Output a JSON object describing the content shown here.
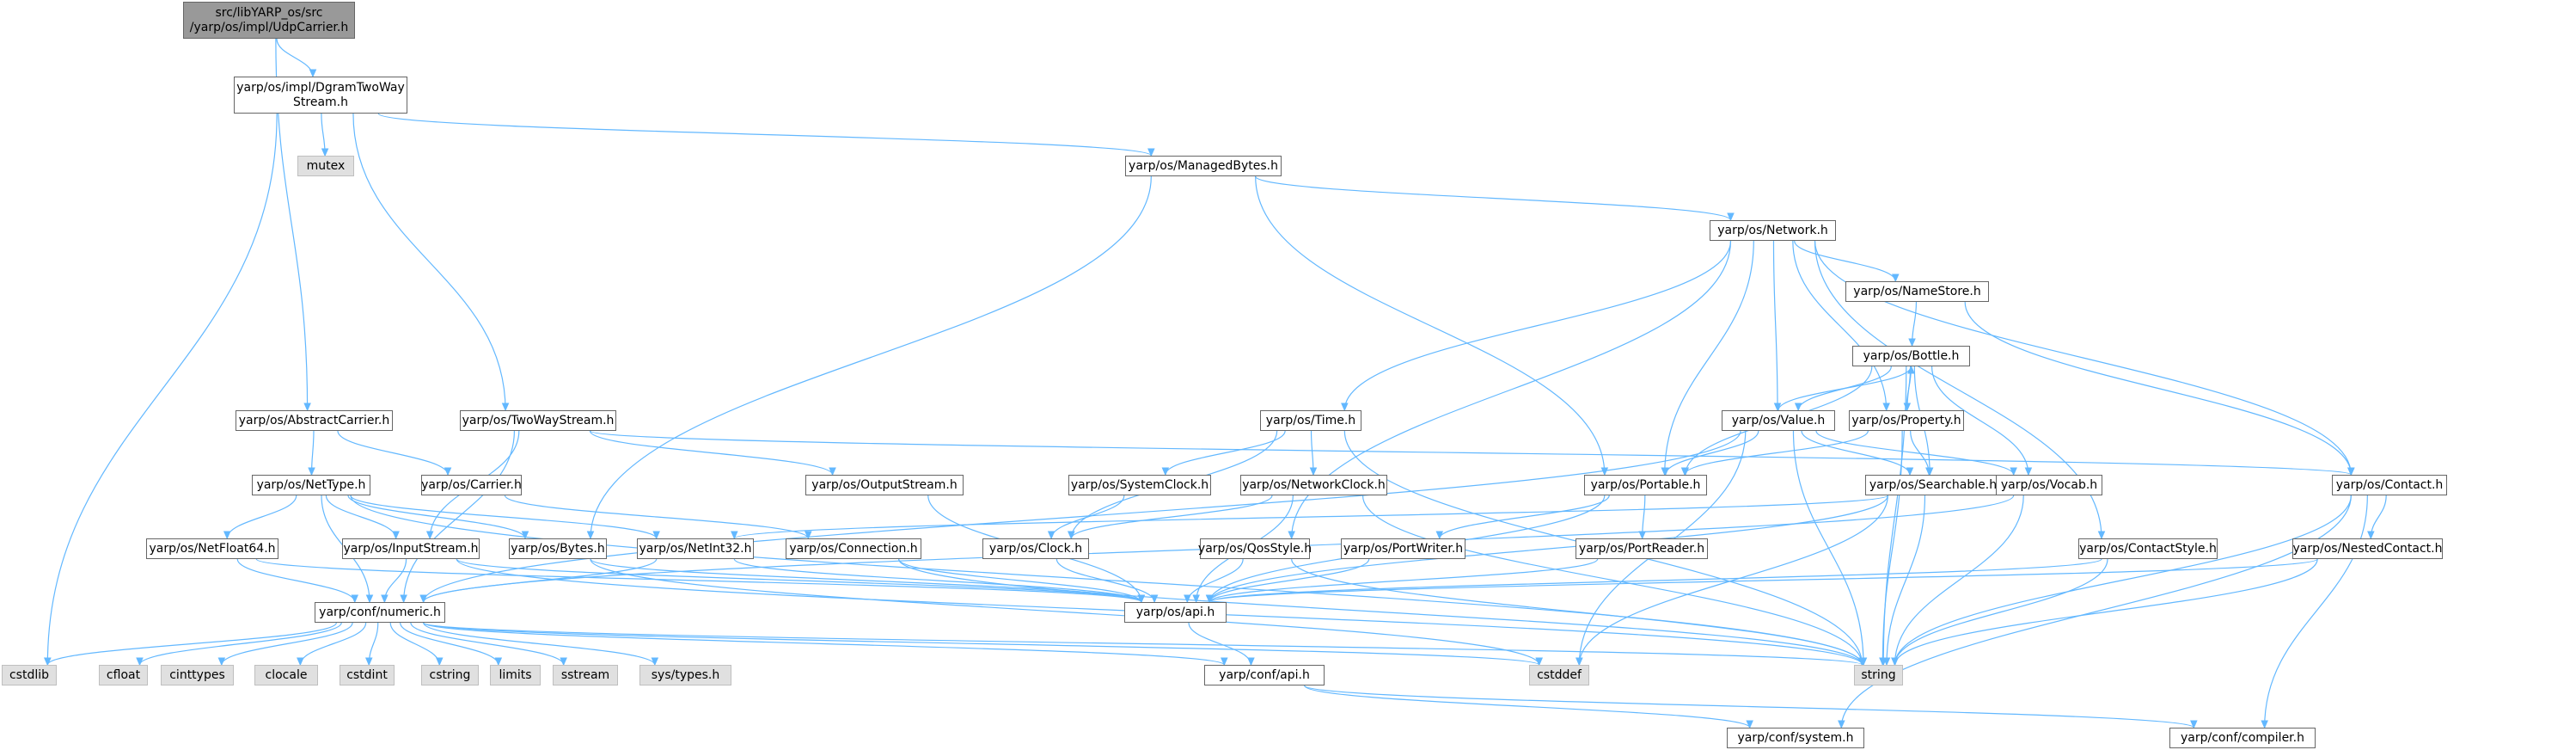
{
  "graph": {
    "root": "src/libYARP_os/src/yarp/os/impl/UdpCarrier.h",
    "colors": {
      "edge": "#63b8ff",
      "root_fill": "#999999",
      "node_border": "#666666",
      "external_fill": "#e0e0e0"
    },
    "nodes": [
      {
        "id": "udp",
        "label": "src/libYARP_os/src\n/yarp/os/impl/UdpCarrier.h",
        "kind": "root"
      },
      {
        "id": "dgram",
        "label": "yarp/os/impl/DgramTwoWay\nStream.h",
        "kind": "file"
      },
      {
        "id": "mutex",
        "label": "mutex",
        "kind": "external"
      },
      {
        "id": "managedbytes",
        "label": "yarp/os/ManagedBytes.h",
        "kind": "file"
      },
      {
        "id": "network",
        "label": "yarp/os/Network.h",
        "kind": "file"
      },
      {
        "id": "namestore",
        "label": "yarp/os/NameStore.h",
        "kind": "file"
      },
      {
        "id": "bottle",
        "label": "yarp/os/Bottle.h",
        "kind": "file"
      },
      {
        "id": "abstractcarrier",
        "label": "yarp/os/AbstractCarrier.h",
        "kind": "file"
      },
      {
        "id": "twowaystream",
        "label": "yarp/os/TwoWayStream.h",
        "kind": "file"
      },
      {
        "id": "time",
        "label": "yarp/os/Time.h",
        "kind": "file"
      },
      {
        "id": "value",
        "label": "yarp/os/Value.h",
        "kind": "file"
      },
      {
        "id": "property",
        "label": "yarp/os/Property.h",
        "kind": "file"
      },
      {
        "id": "nettype",
        "label": "yarp/os/NetType.h",
        "kind": "file"
      },
      {
        "id": "carrier",
        "label": "yarp/os/Carrier.h",
        "kind": "file"
      },
      {
        "id": "outputstream",
        "label": "yarp/os/OutputStream.h",
        "kind": "file"
      },
      {
        "id": "systemclock",
        "label": "yarp/os/SystemClock.h",
        "kind": "file"
      },
      {
        "id": "networkclock",
        "label": "yarp/os/NetworkClock.h",
        "kind": "file"
      },
      {
        "id": "portable",
        "label": "yarp/os/Portable.h",
        "kind": "file"
      },
      {
        "id": "searchable",
        "label": "yarp/os/Searchable.h",
        "kind": "file"
      },
      {
        "id": "vocab",
        "label": "yarp/os/Vocab.h",
        "kind": "file"
      },
      {
        "id": "contact",
        "label": "yarp/os/Contact.h",
        "kind": "file"
      },
      {
        "id": "netfloat64",
        "label": "yarp/os/NetFloat64.h",
        "kind": "file"
      },
      {
        "id": "inputstream",
        "label": "yarp/os/InputStream.h",
        "kind": "file"
      },
      {
        "id": "bytes",
        "label": "yarp/os/Bytes.h",
        "kind": "file"
      },
      {
        "id": "netint32",
        "label": "yarp/os/NetInt32.h",
        "kind": "file"
      },
      {
        "id": "connection",
        "label": "yarp/os/Connection.h",
        "kind": "file"
      },
      {
        "id": "clock",
        "label": "yarp/os/Clock.h",
        "kind": "file"
      },
      {
        "id": "qosstyle",
        "label": "yarp/os/QosStyle.h",
        "kind": "file"
      },
      {
        "id": "portwriter",
        "label": "yarp/os/PortWriter.h",
        "kind": "file"
      },
      {
        "id": "portreader",
        "label": "yarp/os/PortReader.h",
        "kind": "file"
      },
      {
        "id": "contactstyle",
        "label": "yarp/os/ContactStyle.h",
        "kind": "file"
      },
      {
        "id": "nestedcontact",
        "label": "yarp/os/NestedContact.h",
        "kind": "file"
      },
      {
        "id": "numeric",
        "label": "yarp/conf/numeric.h",
        "kind": "file"
      },
      {
        "id": "api",
        "label": "yarp/os/api.h",
        "kind": "file"
      },
      {
        "id": "cstdlib",
        "label": "cstdlib",
        "kind": "external"
      },
      {
        "id": "cfloat",
        "label": "cfloat",
        "kind": "external"
      },
      {
        "id": "cinttypes",
        "label": "cinttypes",
        "kind": "external"
      },
      {
        "id": "clocale",
        "label": "clocale",
        "kind": "external"
      },
      {
        "id": "cstdint",
        "label": "cstdint",
        "kind": "external"
      },
      {
        "id": "cstring",
        "label": "cstring",
        "kind": "external"
      },
      {
        "id": "limits",
        "label": "limits",
        "kind": "external"
      },
      {
        "id": "sstream",
        "label": "sstream",
        "kind": "external"
      },
      {
        "id": "systypes",
        "label": "sys/types.h",
        "kind": "external"
      },
      {
        "id": "cstddef",
        "label": "cstddef",
        "kind": "external"
      },
      {
        "id": "string",
        "label": "string",
        "kind": "external"
      },
      {
        "id": "confapi",
        "label": "yarp/conf/api.h",
        "kind": "file"
      },
      {
        "id": "system",
        "label": "yarp/conf/system.h",
        "kind": "file"
      },
      {
        "id": "compiler",
        "label": "yarp/conf/compiler.h",
        "kind": "file"
      }
    ],
    "edges": [
      [
        "udp",
        "dgram"
      ],
      [
        "udp",
        "abstractcarrier"
      ],
      [
        "dgram",
        "cstdlib"
      ],
      [
        "dgram",
        "mutex"
      ],
      [
        "dgram",
        "twowaystream"
      ],
      [
        "dgram",
        "managedbytes"
      ],
      [
        "managedbytes",
        "bytes"
      ],
      [
        "managedbytes",
        "network"
      ],
      [
        "managedbytes",
        "portable"
      ],
      [
        "network",
        "time"
      ],
      [
        "network",
        "qosstyle"
      ],
      [
        "network",
        "portable"
      ],
      [
        "network",
        "value"
      ],
      [
        "network",
        "property"
      ],
      [
        "network",
        "namestore"
      ],
      [
        "network",
        "contactstyle"
      ],
      [
        "network",
        "contact"
      ],
      [
        "namestore",
        "bottle"
      ],
      [
        "namestore",
        "contact"
      ],
      [
        "bottle",
        "value"
      ],
      [
        "bottle",
        "property"
      ],
      [
        "bottle",
        "portable"
      ],
      [
        "bottle",
        "searchable"
      ],
      [
        "bottle",
        "vocab"
      ],
      [
        "bottle",
        "string"
      ],
      [
        "value",
        "bottle"
      ],
      [
        "value",
        "portable"
      ],
      [
        "value",
        "searchable"
      ],
      [
        "value",
        "vocab"
      ],
      [
        "value",
        "numeric"
      ],
      [
        "value",
        "cstddef"
      ],
      [
        "value",
        "string"
      ],
      [
        "property",
        "bottle"
      ],
      [
        "property",
        "portable"
      ],
      [
        "property",
        "searchable"
      ],
      [
        "property",
        "string"
      ],
      [
        "abstractcarrier",
        "nettype"
      ],
      [
        "abstractcarrier",
        "carrier"
      ],
      [
        "twowaystream",
        "numeric"
      ],
      [
        "twowaystream",
        "inputstream"
      ],
      [
        "twowaystream",
        "outputstream"
      ],
      [
        "twowaystream",
        "contact"
      ],
      [
        "carrier",
        "connection"
      ],
      [
        "nettype",
        "numeric"
      ],
      [
        "nettype",
        "netfloat64"
      ],
      [
        "nettype",
        "inputstream"
      ],
      [
        "nettype",
        "bytes"
      ],
      [
        "nettype",
        "netint32"
      ],
      [
        "nettype",
        "string"
      ],
      [
        "netfloat64",
        "numeric"
      ],
      [
        "netfloat64",
        "api"
      ],
      [
        "inputstream",
        "numeric"
      ],
      [
        "inputstream",
        "api"
      ],
      [
        "inputstream",
        "string"
      ],
      [
        "bytes",
        "api"
      ],
      [
        "bytes",
        "cstddef"
      ],
      [
        "netint32",
        "numeric"
      ],
      [
        "netint32",
        "api"
      ],
      [
        "connection",
        "api"
      ],
      [
        "connection",
        "string"
      ],
      [
        "outputstream",
        "api"
      ],
      [
        "time",
        "clock"
      ],
      [
        "time",
        "systemclock"
      ],
      [
        "time",
        "networkclock"
      ],
      [
        "time",
        "string"
      ],
      [
        "systemclock",
        "clock"
      ],
      [
        "networkclock",
        "clock"
      ],
      [
        "networkclock",
        "api"
      ],
      [
        "networkclock",
        "string"
      ],
      [
        "clock",
        "api"
      ],
      [
        "qosstyle",
        "api"
      ],
      [
        "qosstyle",
        "string"
      ],
      [
        "portable",
        "portwriter"
      ],
      [
        "portable",
        "portreader"
      ],
      [
        "portable",
        "api"
      ],
      [
        "portwriter",
        "api"
      ],
      [
        "portreader",
        "api"
      ],
      [
        "searchable",
        "netint32"
      ],
      [
        "searchable",
        "api"
      ],
      [
        "searchable",
        "cstddef"
      ],
      [
        "searchable",
        "string"
      ],
      [
        "vocab",
        "numeric"
      ],
      [
        "vocab",
        "string"
      ],
      [
        "contact",
        "nestedcontact"
      ],
      [
        "contact",
        "string"
      ],
      [
        "contact",
        "system"
      ],
      [
        "contact",
        "compiler"
      ],
      [
        "contactstyle",
        "api"
      ],
      [
        "contactstyle",
        "string"
      ],
      [
        "nestedcontact",
        "api"
      ],
      [
        "nestedcontact",
        "string"
      ],
      [
        "numeric",
        "cstdlib"
      ],
      [
        "numeric",
        "cfloat"
      ],
      [
        "numeric",
        "cinttypes"
      ],
      [
        "numeric",
        "clocale"
      ],
      [
        "numeric",
        "cstdint"
      ],
      [
        "numeric",
        "cstring"
      ],
      [
        "numeric",
        "limits"
      ],
      [
        "numeric",
        "sstream"
      ],
      [
        "numeric",
        "systypes"
      ],
      [
        "numeric",
        "cstddef"
      ],
      [
        "numeric",
        "string"
      ],
      [
        "numeric",
        "confapi"
      ],
      [
        "api",
        "confapi"
      ],
      [
        "confapi",
        "system"
      ],
      [
        "confapi",
        "compiler"
      ]
    ]
  }
}
